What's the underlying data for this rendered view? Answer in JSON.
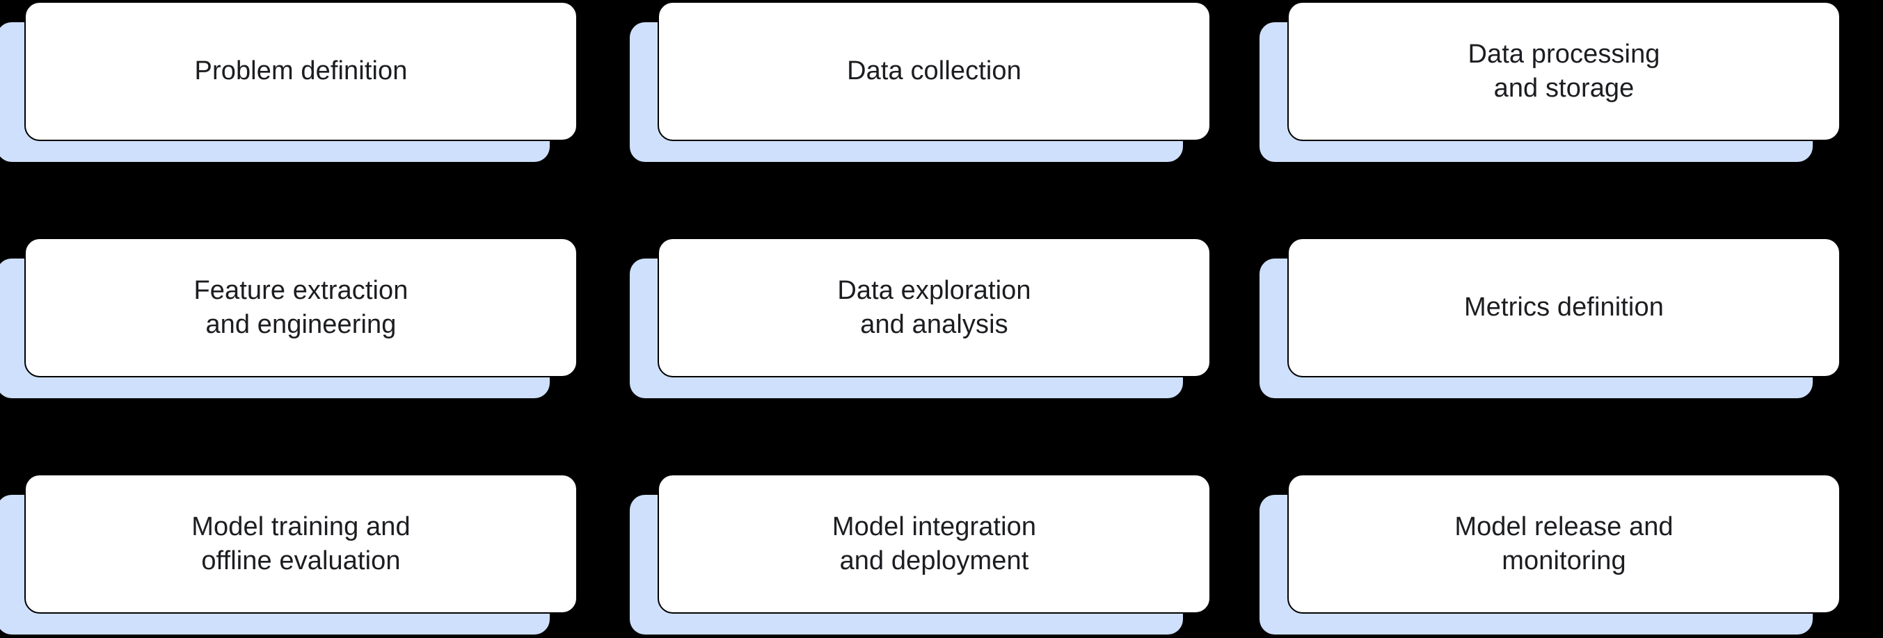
{
  "diagram": {
    "type": "grid-of-stage-cards",
    "columns": 3,
    "rows": 3,
    "palette": {
      "background": "#000000",
      "card_fill": "#ffffff",
      "card_border": "#000000",
      "card_shadow": "#cfe0fc",
      "label_text": "#1c1d20"
    },
    "cards": [
      {
        "id": "problem-definition",
        "label": "Problem definition",
        "row": 1,
        "column": 1
      },
      {
        "id": "data-collection",
        "label": "Data collection",
        "row": 1,
        "column": 2
      },
      {
        "id": "data-processing-storage",
        "label": "Data processing\nand storage",
        "row": 1,
        "column": 3
      },
      {
        "id": "feature-extraction",
        "label": "Feature extraction\nand engineering",
        "row": 2,
        "column": 1
      },
      {
        "id": "data-exploration",
        "label": "Data exploration\nand analysis",
        "row": 2,
        "column": 2
      },
      {
        "id": "metrics-definition",
        "label": "Metrics definition",
        "row": 2,
        "column": 3
      },
      {
        "id": "model-training",
        "label": "Model training and\noffline evaluation",
        "row": 3,
        "column": 1
      },
      {
        "id": "model-integration",
        "label": "Model integration\nand deployment",
        "row": 3,
        "column": 2
      },
      {
        "id": "model-release",
        "label": "Model release and\nmonitoring",
        "row": 3,
        "column": 3
      }
    ]
  }
}
